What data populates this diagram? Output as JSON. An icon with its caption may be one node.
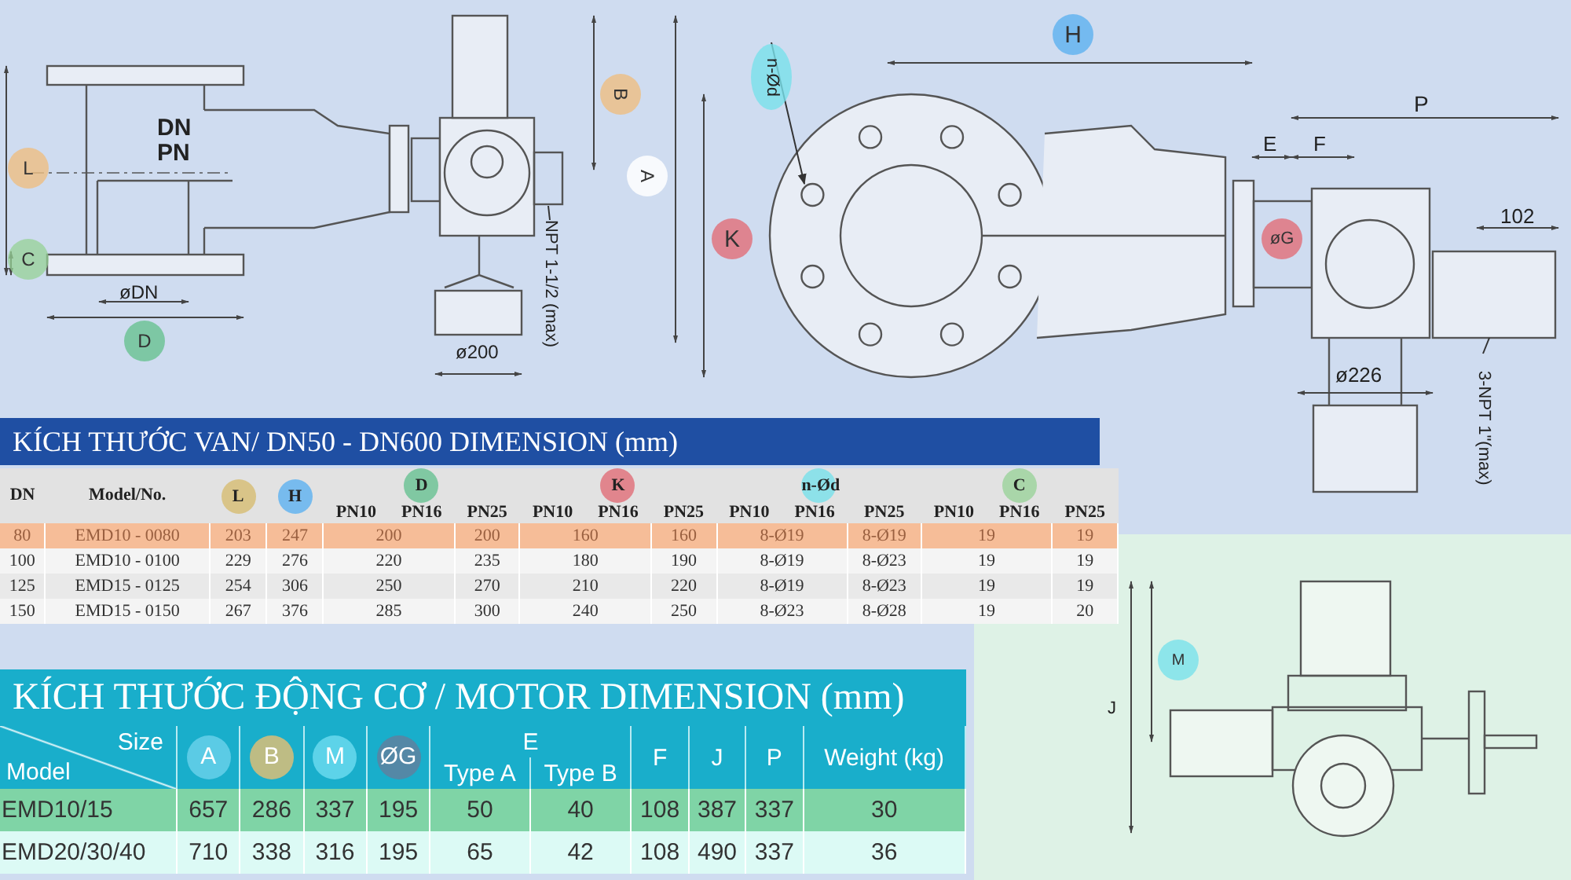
{
  "diagram": {
    "nodes": [
      {
        "text": [
          "n-Ød"
        ]
      },
      {
        "text": [
          "NPT 1-1/2 (max)"
        ]
      },
      {
        "text": [
          "3-NPT 1\"(max)"
        ]
      }
    ],
    "edges": [
      {
        "from": 0,
        "to": null,
        "arrow": "to"
      },
      {
        "from": 1,
        "to": null,
        "arrow": "none"
      },
      {
        "from": 2,
        "to": null,
        "arrow": "none"
      }
    ],
    "labels": [
      "B",
      "L",
      "DN",
      "PN",
      "A",
      "C",
      "øDN",
      "D",
      "ø200",
      "H",
      "P",
      "E",
      "F",
      "K",
      "øG",
      "102",
      "ø226",
      "KÍCH THƯỚC VAN/ DN50 - DN600 DIMENSION (mm)",
      "DN",
      "Model/No.",
      "L",
      "H",
      "D",
      "K",
      "n-Ød",
      "C",
      "PN10",
      "PN16",
      "PN25",
      "PN10",
      "PN16",
      "PN25",
      "PN10",
      "PN16",
      "PN25",
      "PN10",
      "PN16",
      "PN25",
      "80",
      "EMD10 - 0080",
      "203",
      "247",
      "200",
      "200",
      "160",
      "160",
      "8-Ø19",
      "8-Ø19",
      "19",
      "19",
      "100",
      "EMD10 - 0100",
      "229",
      "276",
      "220",
      "235",
      "180",
      "190",
      "8-Ø19",
      "8-Ø23",
      "19",
      "19",
      "125",
      "EMD15 - 0125",
      "254",
      "306",
      "250",
      "270",
      "210",
      "220",
      "8-Ø19",
      "8-Ø23",
      "19",
      "19",
      "150",
      "EMD15 - 0150",
      "267",
      "376",
      "285",
      "300",
      "240",
      "250",
      "8-Ø23",
      "8-Ø28",
      "19",
      "20",
      "KÍCH THƯỚC ĐỘNG CƠ / MOTOR DIMENSION (mm)",
      "Size",
      "Model",
      "A",
      "B",
      "M",
      "ØG",
      "E",
      "F",
      "J",
      "P",
      "Weight (kg)",
      "Type A",
      "Type B",
      "EMD10/15",
      "657",
      "286",
      "337",
      "195",
      "50",
      "40",
      "108",
      "387",
      "337",
      "30",
      "EMD20/30/40",
      "710",
      "338",
      "316",
      "195",
      "65",
      "42",
      "108",
      "490",
      "337",
      "36",
      "M",
      "J"
    ]
  }
}
